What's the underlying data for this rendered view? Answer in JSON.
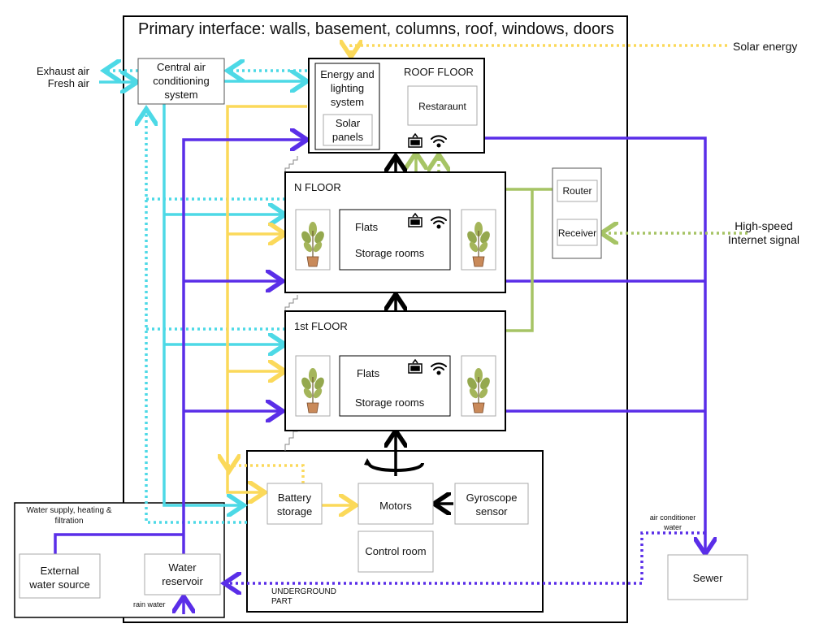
{
  "title": "Primary interface: walls, basement, columns, roof, windows, doors",
  "external": {
    "solar_energy": "Solar energy",
    "exhaust_air": "Exhaust air",
    "fresh_air": "Fresh air",
    "internet_line1": "High-speed",
    "internet_line2": "Internet signal",
    "sewer": "Sewer",
    "ac_water_line1": "air conditioner",
    "ac_water_line2": "water",
    "rain_water": "rain water"
  },
  "hvac": {
    "line1": "Central air",
    "line2": "conditioning",
    "line3": "system"
  },
  "roof": {
    "label": "ROOF FLOOR",
    "energy_line1": "Energy and",
    "energy_line2": "lighting",
    "energy_line3": "system",
    "solar_line1": "Solar",
    "solar_line2": "panels",
    "restaurant": "Restaraunt"
  },
  "n_floor": {
    "label": "N FLOOR",
    "flats": "Flats",
    "storage": "Storage rooms"
  },
  "first_floor": {
    "label": "1st FLOOR",
    "flats": "Flats",
    "storage": "Storage rooms"
  },
  "network": {
    "router": "Router",
    "receiver": "Receiver"
  },
  "underground": {
    "label_line1": "UNDERGROUND",
    "label_line2": "PART",
    "battery_line1": "Battery",
    "battery_line2": "storage",
    "motors": "Motors",
    "gyro_line1": "Gyroscope",
    "gyro_line2": "sensor",
    "control_room": "Control room"
  },
  "water": {
    "panel_line1": "Water supply, heating &",
    "panel_line2": "filtration",
    "external_line1": "External",
    "external_line2": "water source",
    "reservoir_line1": "Water",
    "reservoir_line2": "reservoir"
  },
  "colors": {
    "air": "#4dd9e6",
    "solar": "#fbd95a",
    "water": "#5a2ee8",
    "data": "#a6c465",
    "structure": "#000000"
  }
}
